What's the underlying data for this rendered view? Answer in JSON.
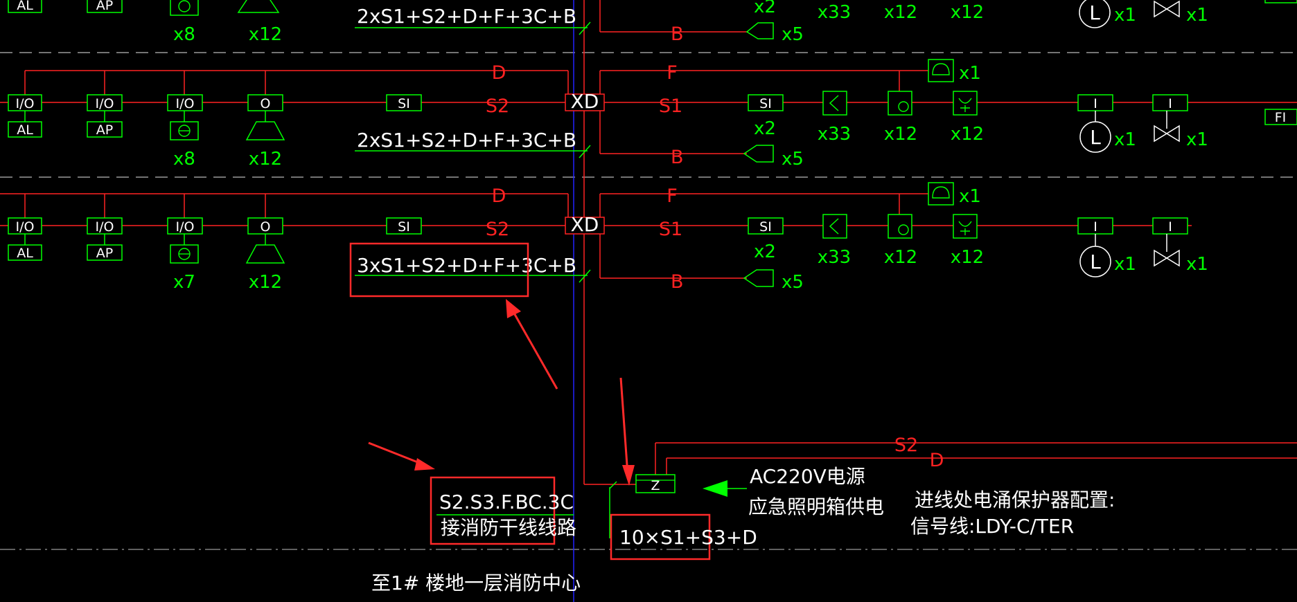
{
  "colors": {
    "background": "#000000",
    "wire": "#ff2222",
    "equipment": "#00ff00",
    "bus": "#2222ff",
    "label": "#ffffff",
    "highlight": "#ff2a2a",
    "divider": "#9a9a9a"
  },
  "floor_top": {
    "modules": [
      "AL",
      "AP"
    ],
    "counts": [
      "x8",
      "x12"
    ],
    "trunk_label": "2xS1+S2+D+F+3C+B",
    "wire_b": "B",
    "count_x5": "x5",
    "right_counts": [
      "x2",
      "x33",
      "x12",
      "x12",
      "x1",
      "x1"
    ]
  },
  "floor_mid": {
    "modules": [
      "I/O",
      "I/O",
      "I/O",
      "O",
      "SI"
    ],
    "modules_lower": [
      "AL",
      "AP"
    ],
    "counts": [
      "x8",
      "x12"
    ],
    "wire_d": "D",
    "wire_s2": "S2",
    "panel": "XD",
    "wire_f": "F",
    "wire_s1": "S1",
    "wire_b": "B",
    "trunk_label": "2xS1+S2+D+F+3C+B",
    "right_modules": [
      "SI",
      "I",
      "I"
    ],
    "right_counts": [
      "x2",
      "x33",
      "x12",
      "x12"
    ],
    "phone_count": "x1",
    "lamp_count": "x1",
    "valve_count": "x1",
    "count_x5": "x5",
    "edge_module": "FI"
  },
  "floor_low": {
    "modules": [
      "I/O",
      "I/O",
      "I/O",
      "O",
      "SI"
    ],
    "modules_lower": [
      "AL",
      "AP"
    ],
    "counts": [
      "x7",
      "x12"
    ],
    "wire_d": "D",
    "wire_s2": "S2",
    "panel": "XD",
    "wire_f": "F",
    "wire_s1": "S1",
    "wire_b": "B",
    "trunk_label": "3xS1+S2+D+F+3C+B",
    "right_modules": [
      "SI",
      "I",
      "I"
    ],
    "right_counts": [
      "x2",
      "x33",
      "x12",
      "x12"
    ],
    "phone_count": "x1",
    "lamp_count": "x1",
    "valve_count": "x1",
    "count_x5": "x5"
  },
  "bottom": {
    "z_box": "Z",
    "wire_s2": "S2",
    "wire_d": "D",
    "power_line1": "AC220V电源",
    "power_line2": "应急照明箱供电",
    "config_line1": "进线处电涌保护器配置:",
    "config_line2": "信号线:LDY-C/TER",
    "trunk_code": "S2.S3.F.BC.3C",
    "trunk_desc": "接消防干线线路",
    "z_cable": "10×S1+S3+D",
    "destination": "至1# 楼地一层消防中心"
  }
}
